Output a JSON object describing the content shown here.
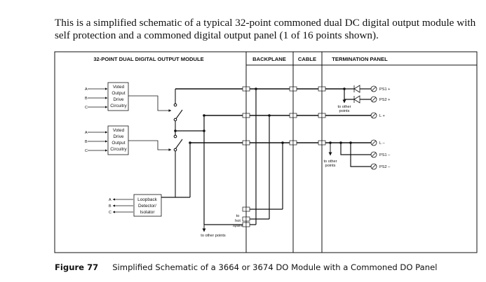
{
  "intro_text": "This is a simplified schematic of a typical 32-point commoned dual DC digital output module with self protection and a commoned digital output panel (1 of 16 points shown).",
  "headers": {
    "module": "32-POINT DUAL DIGITAL OUTPUT MODULE",
    "backplane": "BACKPLANE",
    "cable": "CABLE",
    "termination": "TERMINATION PANEL"
  },
  "blocks": {
    "block1": [
      "Voted",
      "Output",
      "Drive",
      "Circuitry"
    ],
    "block2": [
      "Voted",
      "Drive",
      "Output",
      "Circuitry"
    ],
    "loopback": [
      "Loopback",
      "Detector/",
      "Isolator"
    ]
  },
  "abc": [
    "A",
    "B",
    "C"
  ],
  "labels": {
    "to_other_points_1": [
      "to other",
      "points"
    ],
    "to_other_points_2": [
      "to other",
      "points"
    ],
    "to_hot_spare": [
      "to",
      "hot",
      "spare"
    ],
    "to_other_points_bottom": "to other points"
  },
  "terminals": [
    "PS1 +",
    "PS2 +",
    "L +",
    "L –",
    "PS1 –",
    "PS2 –"
  ],
  "caption": {
    "figure": "Figure 77",
    "title": "Simplified Schematic of a 3664 or 3674 DO Module with a Commoned DO Panel"
  }
}
